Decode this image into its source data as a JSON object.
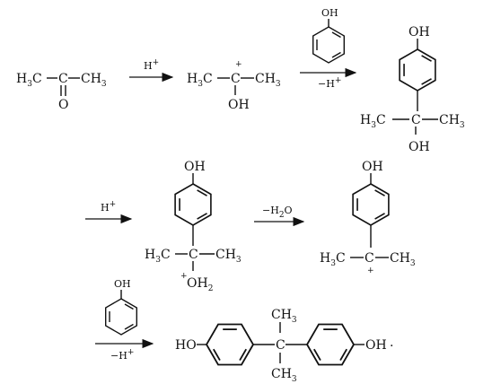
{
  "labels": {
    "H3C": "H",
    "sub3": "3",
    "C": "C",
    "CH3": "CH",
    "O": "O",
    "OH": "OH",
    "HO": "HO",
    "plus": "+",
    "OH2": "OH",
    "sub2": "2",
    "dot": "."
  },
  "conditions": {
    "protonation": "H",
    "plus_sup": "+",
    "minus_h": "−H",
    "minus_h2o": "−H",
    "h2o_tail": "O",
    "phenol_oh": "OH"
  }
}
